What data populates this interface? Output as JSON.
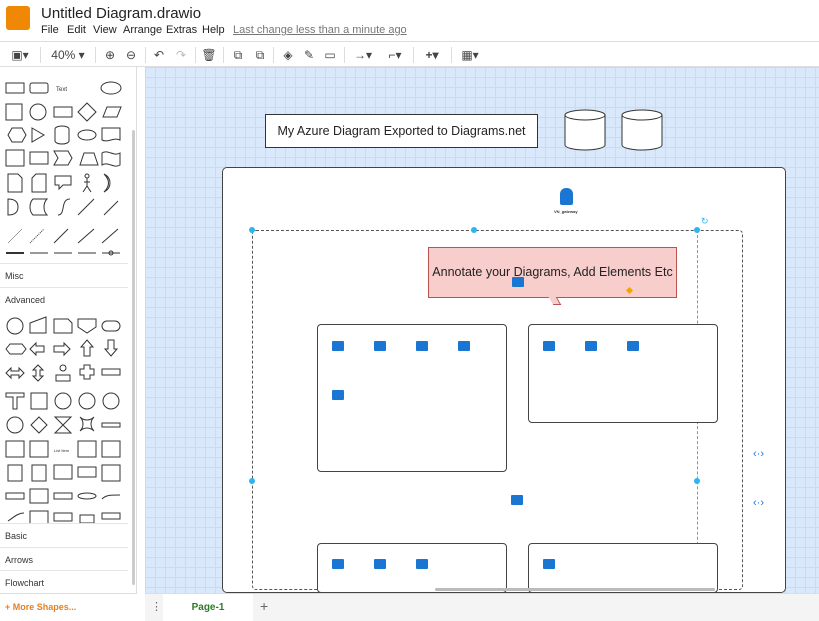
{
  "app": {
    "title": "Untitled Diagram.drawio",
    "last_change": "Last change less than a minute ago",
    "menu": [
      "File",
      "Edit",
      "View",
      "Arrange",
      "Extras",
      "Help"
    ]
  },
  "toolbar": {
    "zoom": "40%"
  },
  "sidebar": {
    "sections": [
      "Misc",
      "Advanced",
      "Basic",
      "Arrows",
      "Flowchart"
    ],
    "more_shapes": "+ More Shapes...",
    "shape_text": "Text",
    "list_item": "List Item"
  },
  "diagram": {
    "title": "My Azure Diagram Exported to Diagrams.net",
    "callout": "Annotate your Diagrams, Add Elements Etc",
    "gateway": "VN_gateway",
    "colors": {
      "callout_fill": "#f8cecc",
      "callout_stroke": "#b85450",
      "vm": "#1976d2",
      "selection": "#29b6f2"
    }
  },
  "pages": {
    "tab": "Page-1"
  }
}
